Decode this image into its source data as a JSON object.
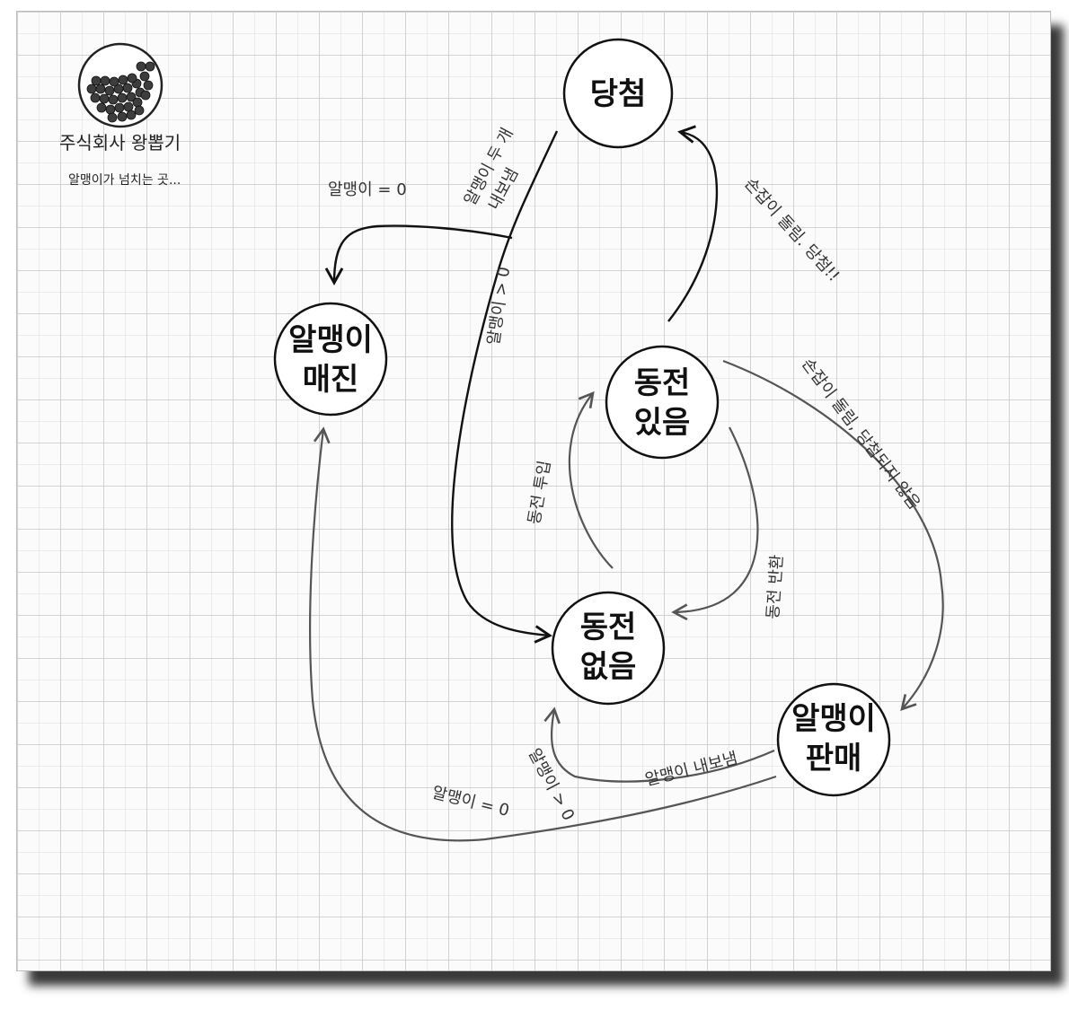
{
  "logo": {
    "title": "주식회사 왕뽑기",
    "subtitle": "알맹이가 넘치는 곳..."
  },
  "states": {
    "winner": "당첨",
    "sold_out_line1": "알맹이",
    "sold_out_line2": "매진",
    "has_coin_line1": "동전",
    "has_coin_line2": "있음",
    "no_coin_line1": "동전",
    "no_coin_line2": "없음",
    "sold_line1": "알맹이",
    "sold_line2": "판매"
  },
  "transitions": {
    "winner_to_soldout": "알맹이 = 0",
    "winner_dispense_line1": "알맹이 두 개",
    "winner_dispense_line2": "내보냄",
    "winner_to_nocoin": "알맹이 > 0",
    "crank_winner": "손잡이 돌림. 당첨!!",
    "crank_no_winner": "손잡이 돌림, 당첨되지 않음",
    "insert_coin": "동전 투입",
    "eject_coin": "동전 반환",
    "dispense": "알맹이 내보냄",
    "sold_to_nocoin": "알맹이 > 0",
    "sold_to_soldout": "알맹이 = 0"
  },
  "colors": {
    "primary_edge": "#111111",
    "secondary_edge": "#555555",
    "gumball": "#3d3d3d"
  }
}
